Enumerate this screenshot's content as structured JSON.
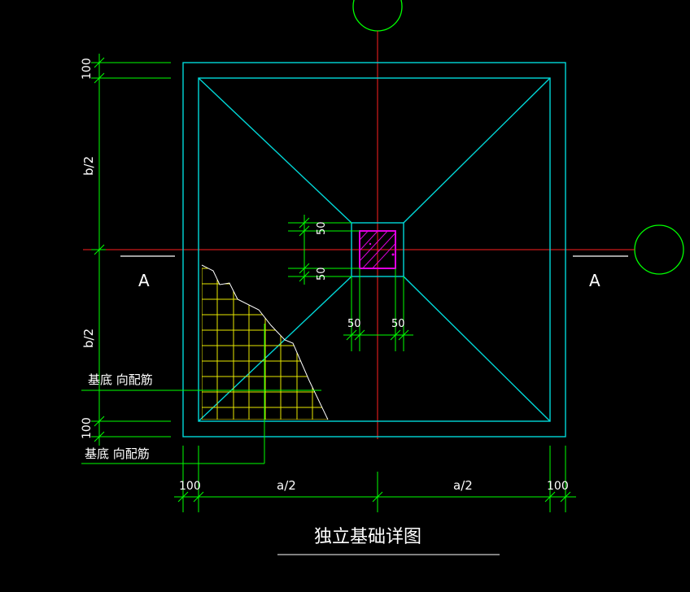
{
  "drawing": {
    "title": "独立基础详图",
    "section_mark_left": "A",
    "section_mark_right": "A",
    "dims": {
      "top_offset": "100",
      "b_half_top": "b/2",
      "b_half_bottom": "b/2",
      "bottom_offset": "100",
      "left_offset": "100",
      "a_half_left": "a/2",
      "a_half_right": "a/2",
      "right_offset": "100",
      "col_gap_top": "50",
      "col_gap_bottom": "50",
      "col_gap_left": "50",
      "col_gap_right": "50"
    },
    "rebar_labels": {
      "upper": "基底  向配筋",
      "lower": "基底  向配筋"
    },
    "colors": {
      "foundation": "#00d8d8",
      "axis": "#ff2020",
      "dimension": "#00ff00",
      "rebar": "#e8e800",
      "column": "#e000e0",
      "text": "#ffffff",
      "background": "#000000"
    }
  }
}
